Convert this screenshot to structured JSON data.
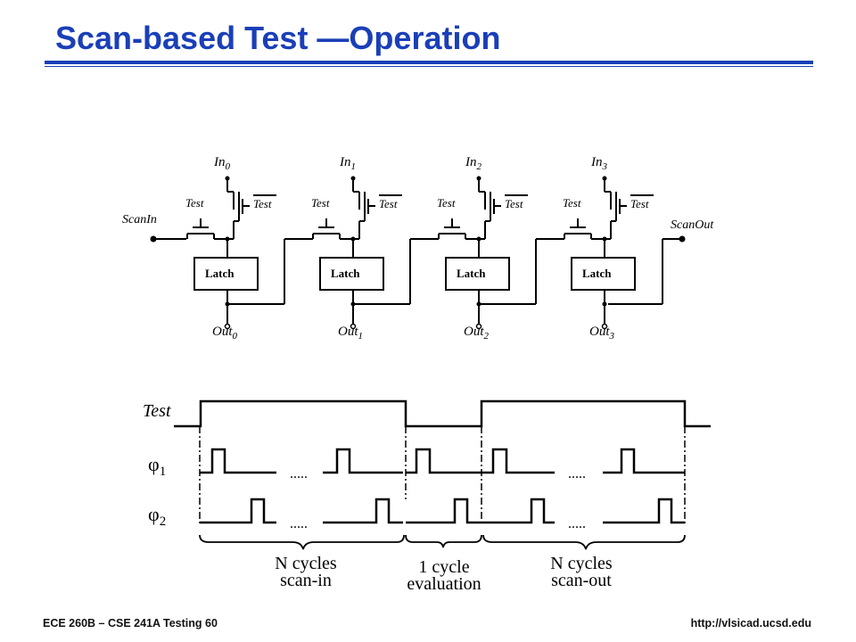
{
  "slide": {
    "title": "Scan-based Test —Operation"
  },
  "schematic": {
    "stages": [
      {
        "input": "In",
        "sub": "0",
        "output": "Out",
        "out_sub": "0"
      },
      {
        "input": "In",
        "sub": "1",
        "output": "Out",
        "out_sub": "1"
      },
      {
        "input": "In",
        "sub": "2",
        "output": "Out",
        "out_sub": "2"
      },
      {
        "input": "In",
        "sub": "3",
        "output": "Out",
        "out_sub": "3"
      }
    ],
    "latch_label": "Latch",
    "test_label": "Test",
    "test_bar_label": "Test",
    "scan_in_label": "ScanIn",
    "scan_out_label": "ScanOut"
  },
  "waveform": {
    "test_label": "Test",
    "phi1_symbol": "φ",
    "phi1_sub": "1",
    "phi2_symbol": "φ",
    "phi2_sub": "2",
    "brace_labels": [
      {
        "line1": "N cycles",
        "line2": "scan-in"
      },
      {
        "line1": "1 cycle",
        "line2": "evaluation"
      },
      {
        "line1": "N cycles",
        "line2": "scan-out"
      }
    ]
  },
  "footer": {
    "left": "ECE 260B – CSE 241A Testing 60",
    "right": "http://vlsicad.ucsd.edu"
  }
}
